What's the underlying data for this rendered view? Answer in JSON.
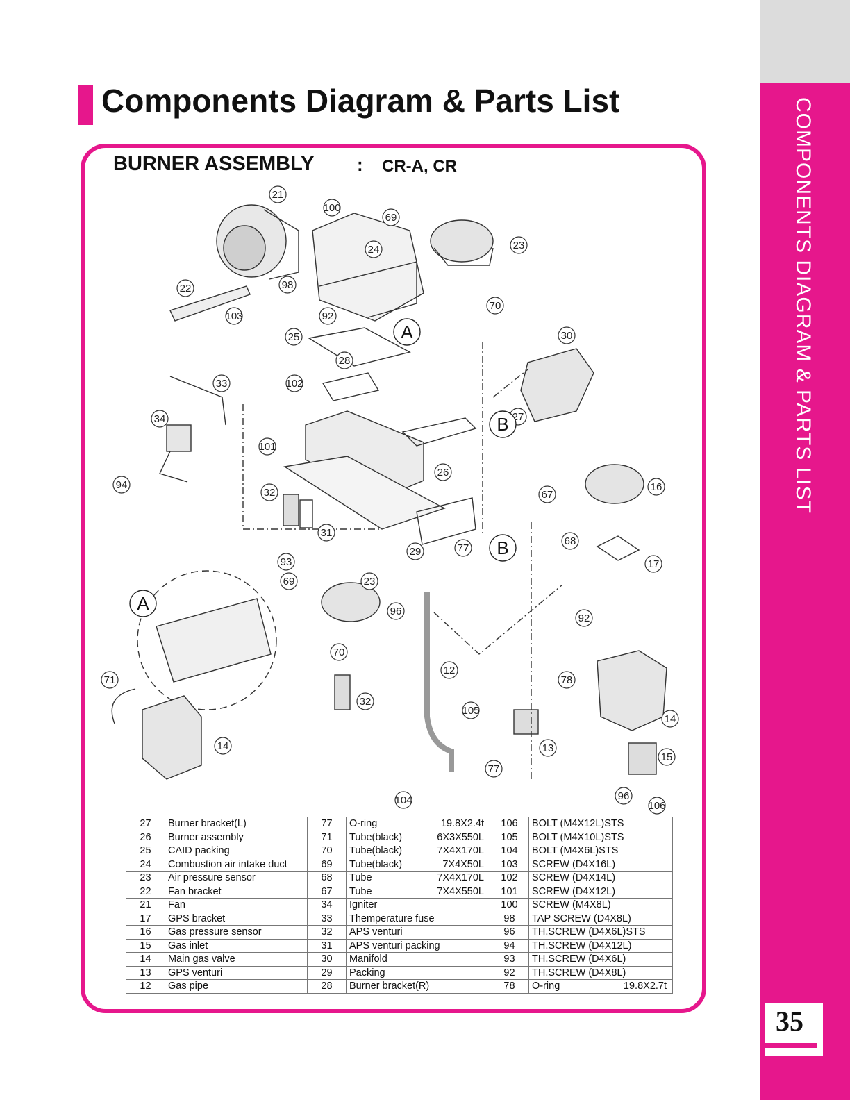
{
  "page": {
    "title": "Components Diagram & Parts List",
    "side_label": "COMPONENTS DIAGRAM & PARTS LIST",
    "page_number": "35",
    "accent_color": "#e6178c"
  },
  "section": {
    "title": "BURNER ASSEMBLY",
    "colon": ":",
    "models": "CR-A, CR"
  },
  "detail_markers": [
    "A",
    "B"
  ],
  "callouts": [
    "21",
    "100",
    "69",
    "23",
    "24",
    "22",
    "98",
    "70",
    "103",
    "92",
    "25",
    "30",
    "28",
    "33",
    "102",
    "34",
    "27",
    "101",
    "26",
    "94",
    "32",
    "67",
    "16",
    "31",
    "68",
    "93",
    "29",
    "77",
    "17",
    "69",
    "23",
    "96",
    "92",
    "70",
    "12",
    "78",
    "71",
    "32",
    "105",
    "14",
    "14",
    "13",
    "15",
    "77",
    "96",
    "104",
    "106"
  ],
  "parts_list": [
    [
      {
        "no": "27",
        "desc": "Burner bracket(L)",
        "spec": ""
      },
      {
        "no": "77",
        "desc": "O-ring",
        "spec": "19.8X2.4t"
      },
      {
        "no": "106",
        "desc": "BOLT (M4X12L)STS",
        "spec": ""
      }
    ],
    [
      {
        "no": "26",
        "desc": "Burner assembly",
        "spec": ""
      },
      {
        "no": "71",
        "desc": "Tube(black)",
        "spec": "6X3X550L"
      },
      {
        "no": "105",
        "desc": "BOLT (M4X10L)STS",
        "spec": ""
      }
    ],
    [
      {
        "no": "25",
        "desc": "CAID packing",
        "spec": ""
      },
      {
        "no": "70",
        "desc": "Tube(black)",
        "spec": "7X4X170L"
      },
      {
        "no": "104",
        "desc": "BOLT (M4X6L)STS",
        "spec": ""
      }
    ],
    [
      {
        "no": "24",
        "desc": "Combustion air intake duct",
        "spec": ""
      },
      {
        "no": "69",
        "desc": "Tube(black)",
        "spec": "7X4X50L"
      },
      {
        "no": "103",
        "desc": "SCREW (D4X16L)",
        "spec": ""
      }
    ],
    [
      {
        "no": "23",
        "desc": "Air pressure sensor",
        "spec": ""
      },
      {
        "no": "68",
        "desc": "Tube",
        "spec": "7X4X170L"
      },
      {
        "no": "102",
        "desc": "SCREW (D4X14L)",
        "spec": ""
      }
    ],
    [
      {
        "no": "22",
        "desc": "Fan bracket",
        "spec": ""
      },
      {
        "no": "67",
        "desc": "Tube",
        "spec": "7X4X550L"
      },
      {
        "no": "101",
        "desc": "SCREW (D4X12L)",
        "spec": ""
      }
    ],
    [
      {
        "no": "21",
        "desc": "Fan",
        "spec": ""
      },
      {
        "no": "34",
        "desc": "Igniter",
        "spec": ""
      },
      {
        "no": "100",
        "desc": "SCREW (M4X8L)",
        "spec": ""
      }
    ],
    [
      {
        "no": "17",
        "desc": "GPS bracket",
        "spec": ""
      },
      {
        "no": "33",
        "desc": "Themperature fuse",
        "spec": ""
      },
      {
        "no": "98",
        "desc": "TAP SCREW (D4X8L)",
        "spec": ""
      }
    ],
    [
      {
        "no": "16",
        "desc": "Gas pressure sensor",
        "spec": ""
      },
      {
        "no": "32",
        "desc": "APS venturi",
        "spec": ""
      },
      {
        "no": "96",
        "desc": "TH.SCREW (D4X6L)STS",
        "spec": ""
      }
    ],
    [
      {
        "no": "15",
        "desc": "Gas inlet",
        "spec": ""
      },
      {
        "no": "31",
        "desc": "APS venturi packing",
        "spec": ""
      },
      {
        "no": "94",
        "desc": "TH.SCREW (D4X12L)",
        "spec": ""
      }
    ],
    [
      {
        "no": "14",
        "desc": "Main gas valve",
        "spec": ""
      },
      {
        "no": "30",
        "desc": "Manifold",
        "spec": ""
      },
      {
        "no": "93",
        "desc": "TH.SCREW (D4X6L)",
        "spec": ""
      }
    ],
    [
      {
        "no": "13",
        "desc": "GPS venturi",
        "spec": ""
      },
      {
        "no": "29",
        "desc": "Packing",
        "spec": ""
      },
      {
        "no": "92",
        "desc": "TH.SCREW (D4X8L)",
        "spec": ""
      }
    ],
    [
      {
        "no": "12",
        "desc": "Gas pipe",
        "spec": ""
      },
      {
        "no": "28",
        "desc": "Burner bracket(R)",
        "spec": ""
      },
      {
        "no": "78",
        "desc": "O-ring",
        "spec": "19.8X2.7t"
      }
    ]
  ]
}
